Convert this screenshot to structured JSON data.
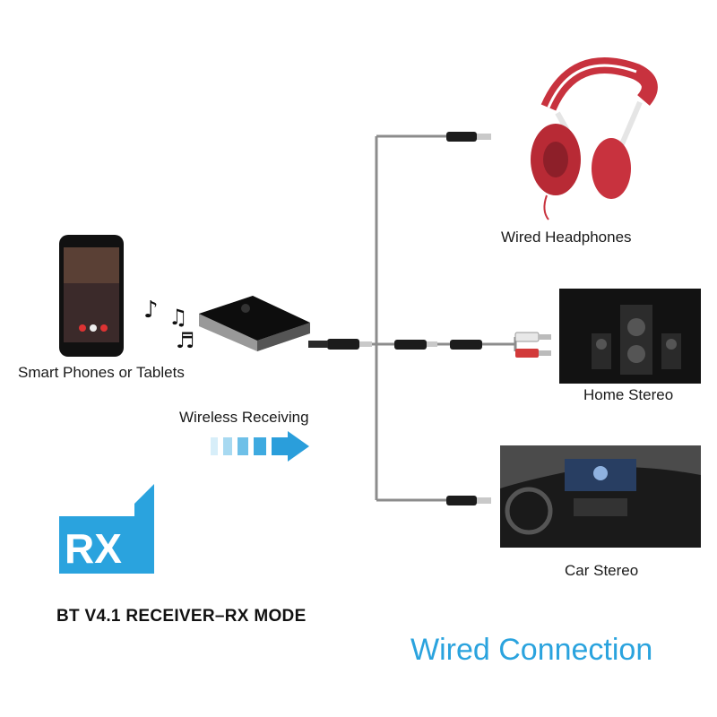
{
  "labels": {
    "phone": "Smart Phones or Tablets",
    "wireless": "Wireless Receiving",
    "headphones": "Wired Headphones",
    "home_stereo": "Home Stereo",
    "car_stereo": "Car Stereo",
    "mode_title": "BT V4.1 RECEIVER–RX MODE",
    "wired_connection": "Wired Connection",
    "rx_logo": "RX"
  },
  "colors": {
    "accent_blue": "#2aa3de",
    "headphone_red": "#c8323e",
    "cable_gray": "#8c8c8c"
  },
  "icons": [
    "smartphone-icon",
    "music-note-icon",
    "bluetooth-receiver-icon",
    "audio-plug-icon",
    "rca-plug-icon",
    "headphones-icon",
    "speaker-system-icon",
    "car-dashboard-icon",
    "arrow-right-icon"
  ]
}
